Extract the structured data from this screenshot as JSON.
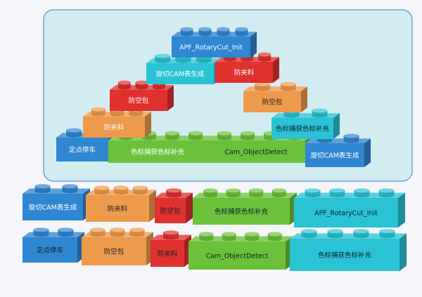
{
  "palette": {
    "blue": "#2f86d1",
    "cyan": "#2ac3d4",
    "red": "#e0312f",
    "orange": "#ee9a4c",
    "green": "#6cc13b",
    "panel_bg": "#d3ecf1",
    "panel_border": "#5b8fd6"
  },
  "arch": {
    "top": {
      "label": "APF_RotaryCut_Init",
      "color": "blue"
    },
    "left_3": {
      "label": "旋切CAM表生成",
      "color": "cyan"
    },
    "right_3": {
      "label": "防夹料",
      "color": "red"
    },
    "left_2": {
      "label": "防空包",
      "color": "red"
    },
    "right_2": {
      "label": "防空包",
      "color": "orange"
    },
    "left_1": {
      "label": "防夹料",
      "color": "orange"
    },
    "right_1": {
      "label": "色标捕获色标补充",
      "color": "cyan"
    },
    "base_left": {
      "label": "定点停车",
      "color": "blue"
    },
    "base_mid_left": {
      "label": "色标捕获色标补充",
      "color": "green"
    },
    "base_mid_right": {
      "label": "Cam_ObjectDetect",
      "color": "green"
    },
    "base_right": {
      "label": "旋切CAM表生成",
      "color": "blue"
    }
  },
  "loose_row1": [
    {
      "label": "旋切CAM表生成",
      "color": "blue"
    },
    {
      "label": "防夹料",
      "color": "orange"
    },
    {
      "label": "防空包",
      "color": "red"
    },
    {
      "label": "色标捕获色标补充",
      "color": "green"
    },
    {
      "label": "APF_RotaryCut_Init",
      "color": "cyan"
    }
  ],
  "loose_row2": [
    {
      "label": "定点停车",
      "color": "blue"
    },
    {
      "label": "防空包",
      "color": "orange"
    },
    {
      "label": "防夹料",
      "color": "red"
    },
    {
      "label": "Cam_ObjectDetect",
      "color": "green"
    },
    {
      "label": "色标捕获色标补充",
      "color": "cyan"
    }
  ]
}
